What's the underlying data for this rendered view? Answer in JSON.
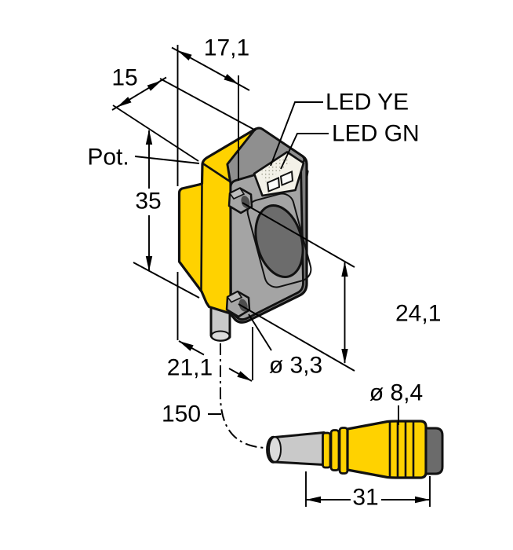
{
  "drawing": {
    "dimensions": {
      "top_width": "17,1",
      "top_depth": "15",
      "height": "35",
      "hole_spacing": "24,1",
      "bottom_depth": "21,1",
      "hole_diameter": "ø 3,3",
      "cable_length": "150",
      "connector_diameter": "ø 8,4",
      "connector_length": "31"
    },
    "labels": {
      "potentiometer": "Pot.",
      "led_yellow": "LED YE",
      "led_green": "LED GN"
    },
    "colors": {
      "housing_yellow": "#FFD200",
      "front_gray": "#A4A4A4",
      "top_gray": "#8F8F8F",
      "side_gray": "#7C7C7C",
      "lens_gray": "#6C6C6C",
      "nut_gray": "#A6A6A6",
      "nut_top_gray": "#BDBDBD",
      "hole_dark": "#4D4D4D",
      "led_panel": "#F3F1E8",
      "cable_gray": "#C9C9C9",
      "cable_face_gray": "#DCDCDC",
      "tip_gray": "#6B6B6B",
      "background": "#FFFFFF"
    }
  }
}
